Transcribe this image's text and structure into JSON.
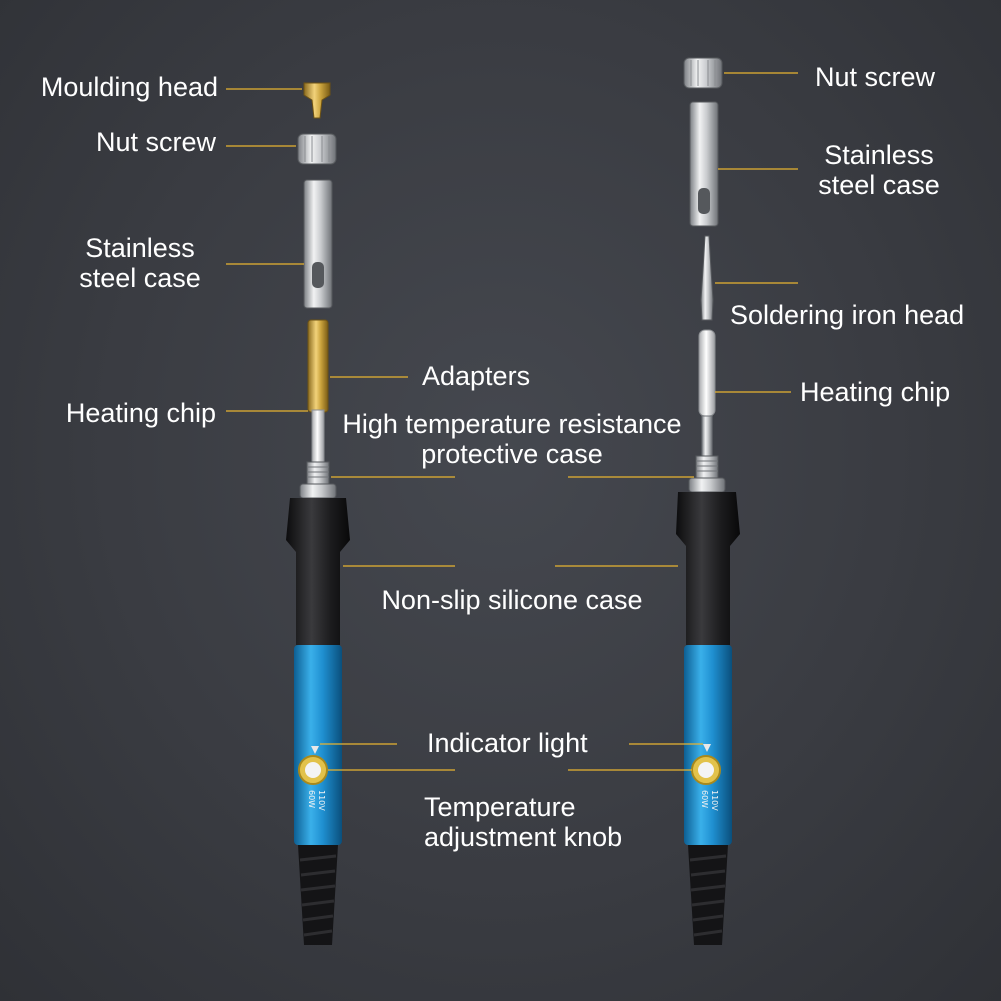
{
  "labels": {
    "moulding_head": "Moulding head",
    "nut_screw_left": "Nut screw",
    "stainless_left_1": "Stainless",
    "stainless_left_2": "steel case",
    "adapters": "Adapters",
    "heating_chip_left": "Heating chip",
    "high_temp_1": "High temperature resistance",
    "high_temp_2": "protective case",
    "non_slip": "Non-slip silicone case",
    "indicator": "Indicator light",
    "temp_knob_1": "Temperature",
    "temp_knob_2": "adjustment knob",
    "nut_screw_right": "Nut screw",
    "stainless_right_1": "Stainless",
    "stainless_right_2": "steel case",
    "soldering_head": "Soldering iron head",
    "heating_chip_right": "Heating chip"
  },
  "iron_markings": {
    "voltage": "110V",
    "wattage": "60W"
  },
  "colors": {
    "background": "#3a3c42",
    "leader_line": "#e8b430",
    "handle_blue": "#1f8fd0",
    "grip_black": "#1c1c1e",
    "brass": "#c9a23c",
    "steel": "#c8cacd"
  }
}
